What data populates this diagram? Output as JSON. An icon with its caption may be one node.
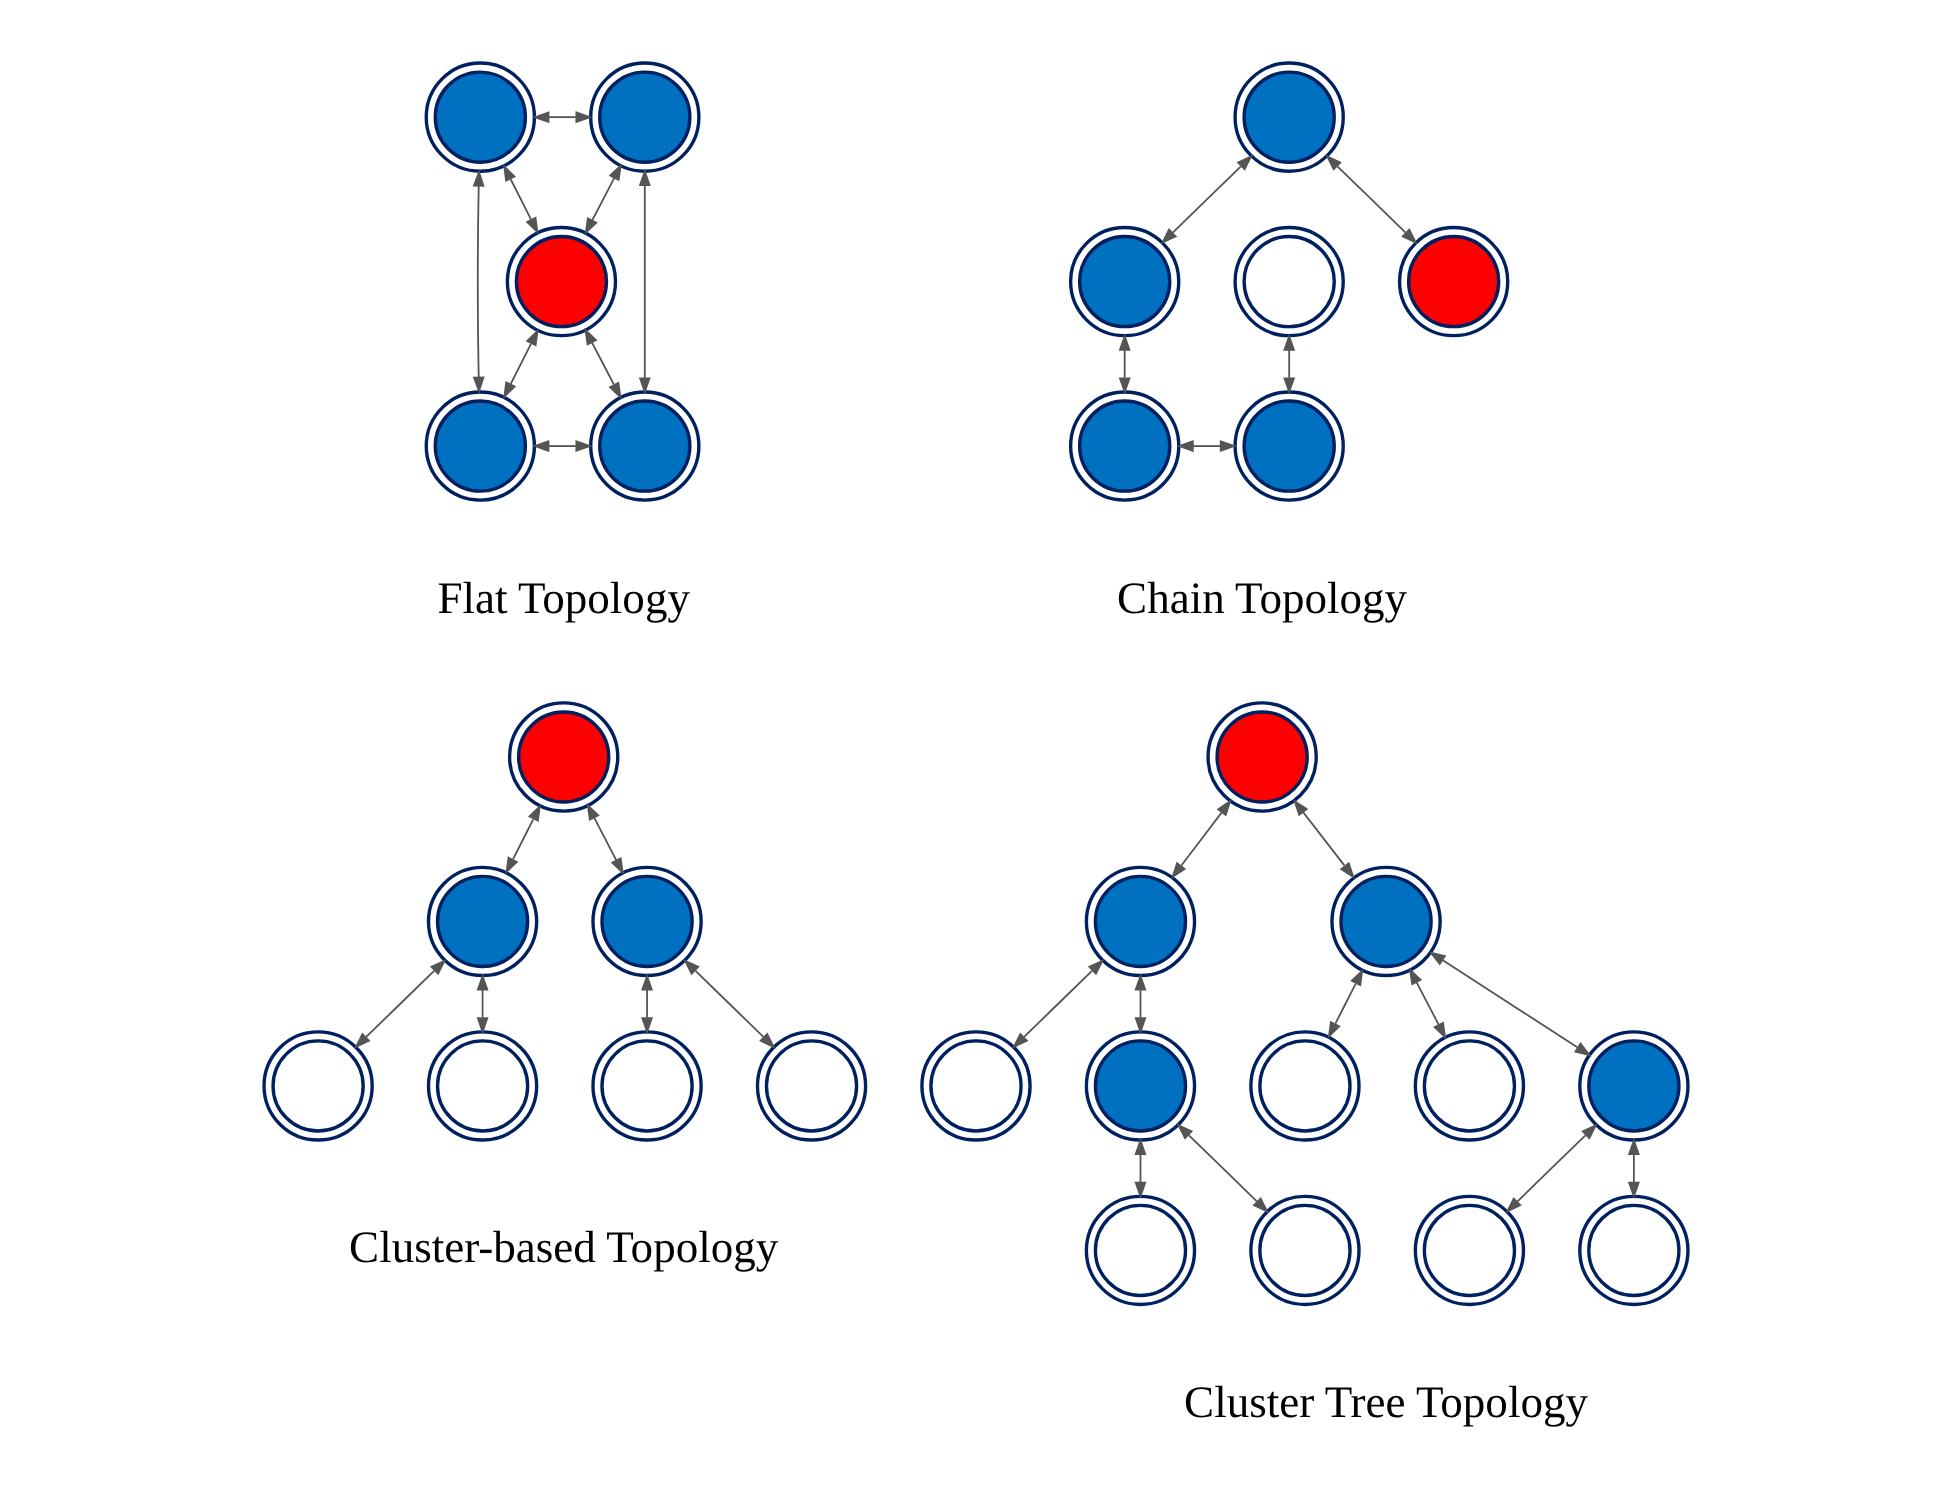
{
  "diagram": {
    "nodes": [
      {
        "text": [],
        "shape": "circle"
      },
      {
        "text": [],
        "shape": "circle"
      },
      {
        "text": [],
        "shape": "circle"
      },
      {
        "text": [],
        "shape": "circle"
      },
      {
        "text": [],
        "shape": "circle"
      },
      {
        "text": [],
        "shape": "circle"
      },
      {
        "text": [],
        "shape": "circle"
      },
      {
        "text": [],
        "shape": "circle"
      },
      {
        "text": [],
        "shape": "circle"
      },
      {
        "text": [],
        "shape": "circle"
      },
      {
        "text": [],
        "shape": "circle"
      },
      {
        "text": [],
        "shape": "circle"
      },
      {
        "text": [],
        "shape": "circle"
      },
      {
        "text": [],
        "shape": "circle"
      },
      {
        "text": [],
        "shape": "circle"
      },
      {
        "text": [],
        "shape": "circle"
      },
      {
        "text": [],
        "shape": "circle"
      },
      {
        "text": [],
        "shape": "circle"
      },
      {
        "text": [],
        "shape": "circle"
      },
      {
        "text": [],
        "shape": "circle"
      },
      {
        "text": [],
        "shape": "circle"
      },
      {
        "text": [],
        "shape": "circle"
      },
      {
        "text": [],
        "shape": "circle"
      },
      {
        "text": [],
        "shape": "circle"
      },
      {
        "text": [],
        "shape": "circle"
      },
      {
        "text": [],
        "shape": "circle"
      },
      {
        "text": [],
        "shape": "circle"
      },
      {
        "text": [],
        "shape": "circle"
      },
      {
        "text": [],
        "shape": "circle"
      },
      {
        "text": [],
        "shape": "circle"
      }
    ],
    "edges": [
      {
        "from": 0,
        "to": 1,
        "arrow": "both"
      },
      {
        "from": 0,
        "to": 2,
        "arrow": "both"
      },
      {
        "from": 1,
        "to": 2,
        "arrow": "both"
      },
      {
        "from": 0,
        "to": 3,
        "arrow": "both"
      },
      {
        "from": 1,
        "to": 4,
        "arrow": "both"
      },
      {
        "from": 2,
        "to": 3,
        "arrow": "both"
      },
      {
        "from": 2,
        "to": 4,
        "arrow": "both"
      },
      {
        "from": 3,
        "to": 4,
        "arrow": "both"
      },
      {
        "from": 5,
        "to": 7,
        "arrow": "both"
      },
      {
        "from": 5,
        "to": 8,
        "arrow": "both"
      },
      {
        "from": 8,
        "to": 10,
        "arrow": "both"
      },
      {
        "from": 10,
        "to": 9,
        "arrow": "both"
      },
      {
        "from": 9,
        "to": 6,
        "arrow": "both"
      },
      {
        "from": 11,
        "to": 12,
        "arrow": "both"
      },
      {
        "from": 11,
        "to": 13,
        "arrow": "both"
      },
      {
        "from": 12,
        "to": 14,
        "arrow": "both"
      },
      {
        "from": 12,
        "to": 15,
        "arrow": "both"
      },
      {
        "from": 13,
        "to": 16,
        "arrow": "both"
      },
      {
        "from": 13,
        "to": 17,
        "arrow": "both"
      },
      {
        "from": 18,
        "to": 21,
        "arrow": "both"
      },
      {
        "from": 18,
        "to": 22,
        "arrow": "both"
      },
      {
        "from": 21,
        "to": 19,
        "arrow": "both"
      },
      {
        "from": 21,
        "to": 25,
        "arrow": "both"
      },
      {
        "from": 22,
        "to": 20,
        "arrow": "both"
      },
      {
        "from": 22,
        "to": 26,
        "arrow": "both"
      },
      {
        "from": 22,
        "to": 27,
        "arrow": "both"
      },
      {
        "from": 25,
        "to": 23,
        "arrow": "both"
      },
      {
        "from": 25,
        "to": 28,
        "arrow": "both"
      },
      {
        "from": 27,
        "to": 24,
        "arrow": "both"
      },
      {
        "from": 27,
        "to": 29,
        "arrow": "both"
      }
    ],
    "labels": [
      "Flat Topology",
      "Chain Topology",
      "Cluster-based Topology",
      "Cluster Tree Topology"
    ]
  }
}
